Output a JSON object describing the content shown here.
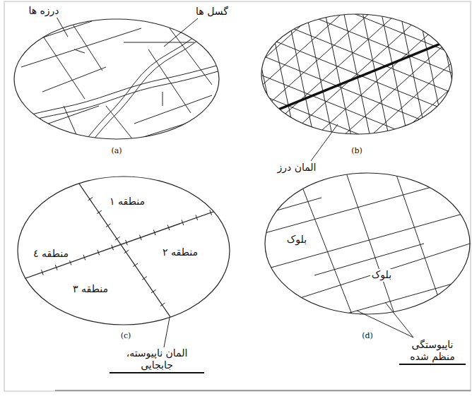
{
  "diagram": {
    "labels": [
      "درزه ها",
      "گسل ها",
      "(a)",
      "المان درز",
      "(b)",
      "منطقه ۱",
      "منطقه ۲",
      "منطقه ٤",
      "منطقه ۳",
      "المان ناپیوسته، جابجایی",
      "(c)",
      "بلوک",
      "بلوک",
      "ناپیوستگی منظم شده",
      "(d)"
    ]
  }
}
